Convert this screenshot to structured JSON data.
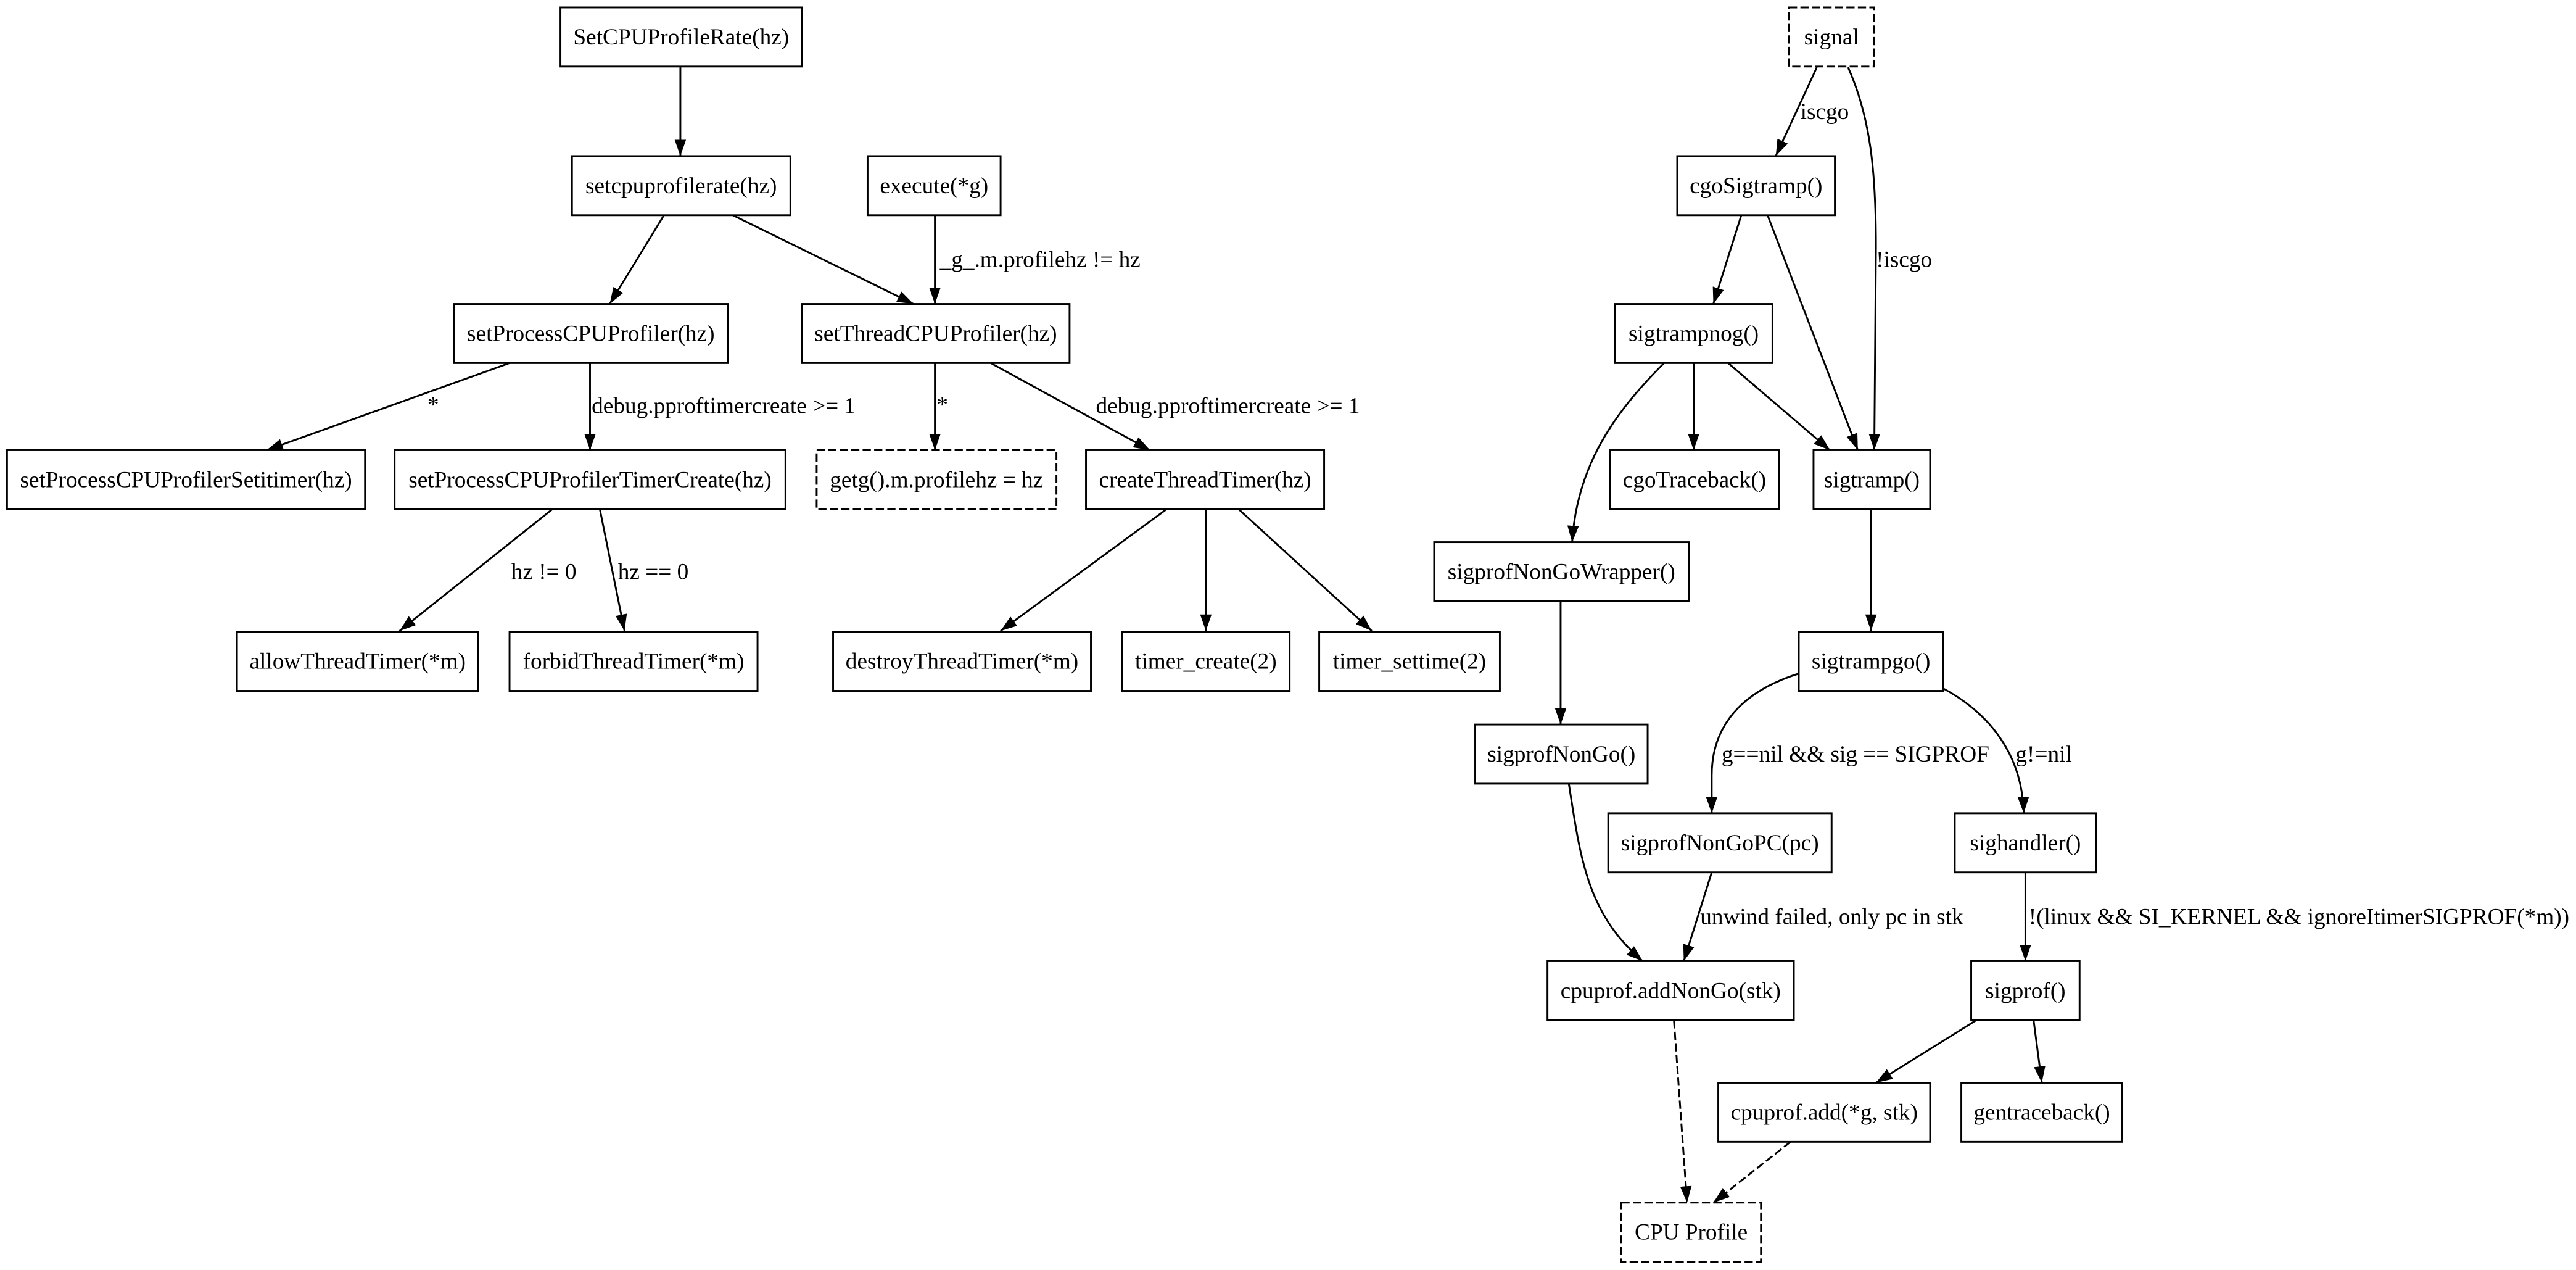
{
  "nodes": {
    "set_cpu_profile_rate_exported": "SetCPUProfileRate(hz)",
    "setcpuprofilerate": "setcpuprofilerate(hz)",
    "execute": "execute(*g)",
    "set_process_cpu_profiler": "setProcessCPUProfiler(hz)",
    "set_thread_cpu_profiler": "setThreadCPUProfiler(hz)",
    "set_process_cpu_profiler_setitimer": "setProcessCPUProfilerSetitimer(hz)",
    "set_process_cpu_profiler_timer_create": "setProcessCPUProfilerTimerCreate(hz)",
    "getg_profilehz": "getg().m.profilehz = hz",
    "create_thread_timer": "createThreadTimer(hz)",
    "allow_thread_timer": "allowThreadTimer(*m)",
    "forbid_thread_timer": "forbidThreadTimer(*m)",
    "destroy_thread_timer": "destroyThreadTimer(*m)",
    "timer_create": "timer_create(2)",
    "timer_settime": "timer_settime(2)",
    "signal": "signal",
    "cgo_sigtramp": "cgoSigtramp()",
    "sigtrampnog": "sigtrampnog()",
    "cgo_traceback": "cgoTraceback()",
    "sigtramp": "sigtramp()",
    "sigprof_non_go_wrapper": "sigprofNonGoWrapper()",
    "sigtrampgo": "sigtrampgo()",
    "sigprof_non_go": "sigprofNonGo()",
    "sigprof_non_go_pc": "sigprofNonGoPC(pc)",
    "sighandler": "sighandler()",
    "cpuprof_add_non_go": "cpuprof.addNonGo(stk)",
    "sigprof": "sigprof()",
    "cpuprof_add": "cpuprof.add(*g, stk)",
    "gentraceback": "gentraceback()",
    "cpu_profile": "CPU Profile"
  },
  "edge_labels": {
    "execute_to_thread": "_g_.m.profilehz != hz",
    "process_to_setitimer": "*",
    "process_to_timer_create": "debug.pproftimercreate >= 1",
    "thread_to_getg": "*",
    "thread_to_create_timer": "debug.pproftimercreate >= 1",
    "timer_create_to_allow": "hz != 0",
    "timer_create_to_forbid": "hz == 0",
    "signal_to_cgo_sigtramp": "iscgo",
    "signal_to_sigtramp": "!iscgo",
    "sigtrampgo_to_non_go_pc": "g==nil && sig == SIGPROF",
    "sigtrampgo_to_sighandler": "g!=nil",
    "non_go_pc_to_add_non_go": "unwind failed, only pc in stk",
    "sighandler_to_sigprof": "!(linux && SI_KERNEL && ignoreItimerSIGPROF(*m))"
  }
}
